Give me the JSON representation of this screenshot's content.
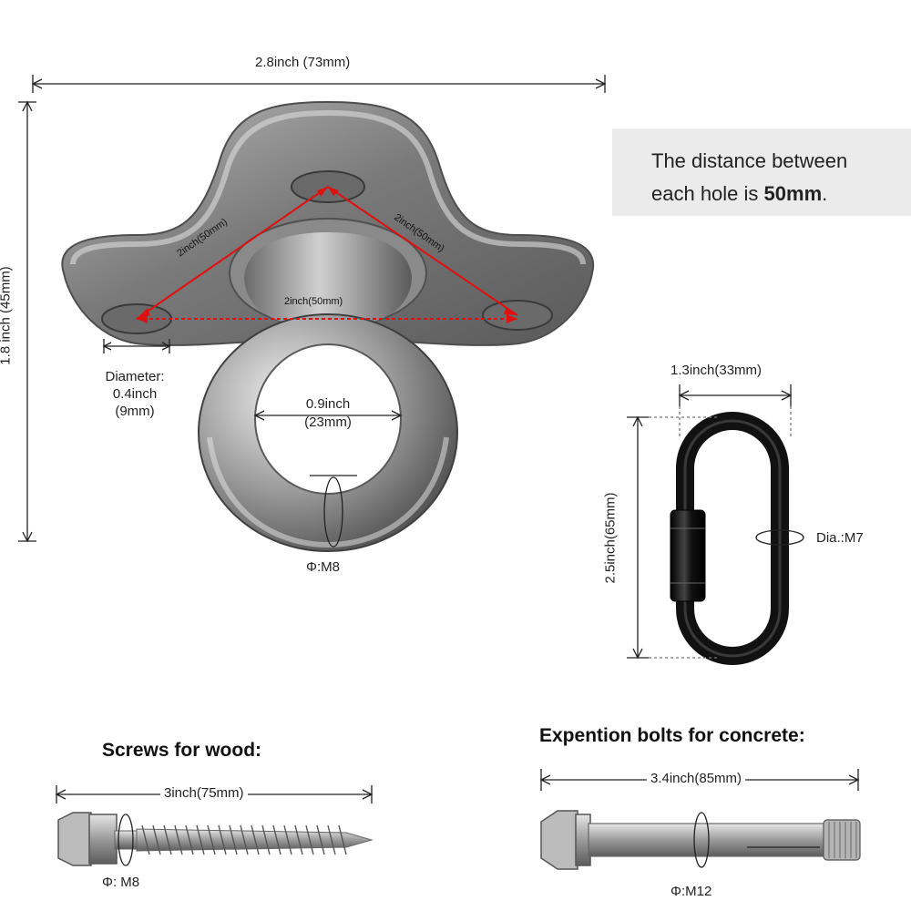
{
  "overall_width": "2.8inch (73mm)",
  "overall_height": "1.8 inch (45mm)",
  "hole_distance_left": "2inch(50mm)",
  "hole_distance_right": "2inch(50mm)",
  "hole_distance_bottom": "2inch(50mm)",
  "hole_diameter_title": "Diameter:",
  "hole_diameter_inch": "0.4inch",
  "hole_diameter_mm": "(9mm)",
  "ring_inner_inch": "0.9inch",
  "ring_inner_mm": "(23mm)",
  "ring_thickness": "Φ:M8",
  "info": {
    "line1": "The distance between",
    "line2_prefix": "each hole is ",
    "line2_bold": "50mm",
    "line2_suffix": "."
  },
  "link": {
    "width": "1.3inch(33mm)",
    "height": "2.5inch(65mm)",
    "diameter": "Dia.:M7"
  },
  "wood": {
    "heading": "Screws for wood:",
    "length": "3inch(75mm)",
    "diameter": "Φ: M8"
  },
  "concrete": {
    "heading": "Expention bolts for concrete:",
    "length": "3.4inch(85mm)",
    "diameter": "Φ:M12"
  },
  "colors": {
    "steel": "#8f8f8f",
    "steel_light": "#d6d6d6",
    "steel_dark": "#4a4a4a",
    "marker_red": "#e01010",
    "info_bg": "#ebebeb",
    "link_black": "#111111"
  }
}
